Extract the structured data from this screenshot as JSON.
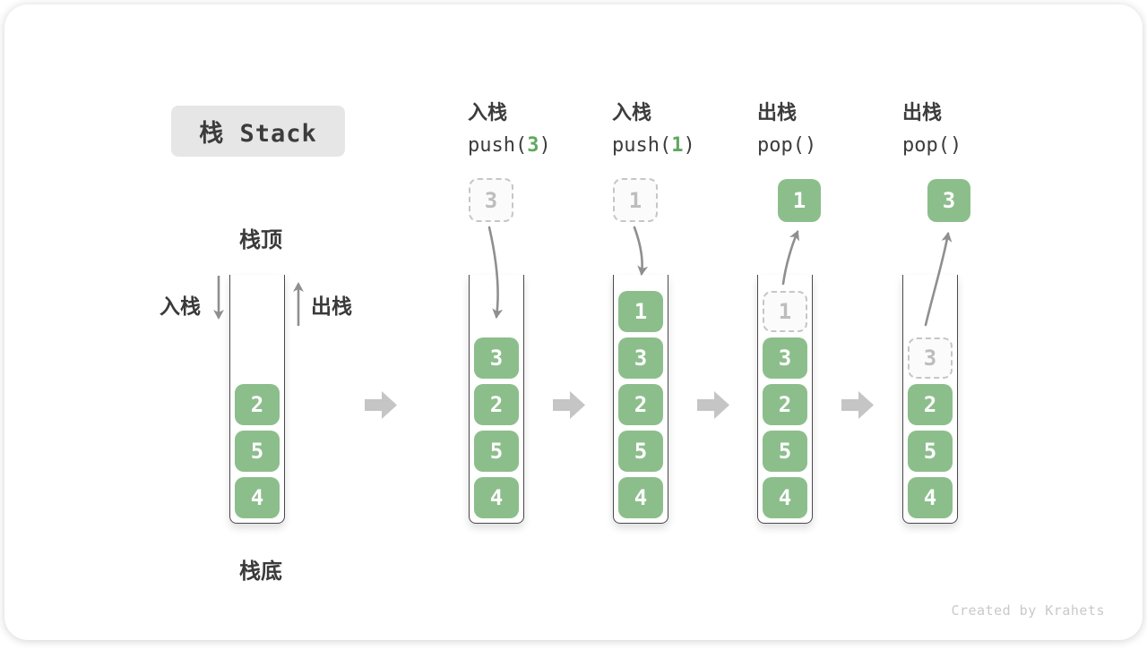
{
  "title": {
    "text": "栈 Stack"
  },
  "labels": {
    "stack_top": "栈顶",
    "stack_bottom": "栈底",
    "push_side": "入栈",
    "pop_side": "出栈"
  },
  "operations": [
    {
      "line1": "入栈",
      "pre": "push(",
      "arg": "3",
      "post": ")"
    },
    {
      "line1": "入栈",
      "pre": "push(",
      "arg": "1",
      "post": ")"
    },
    {
      "line1": "出栈",
      "pre": "pop(",
      "arg": "",
      "post": ")"
    },
    {
      "line1": "出栈",
      "pre": "pop(",
      "arg": "",
      "post": ")"
    }
  ],
  "stacks": [
    {
      "name": "initial",
      "cells": [
        {
          "v": "2"
        },
        {
          "v": "5"
        },
        {
          "v": "4"
        }
      ]
    },
    {
      "name": "after-push-3",
      "floating": {
        "v": "3",
        "style": "ghost"
      },
      "cells": [
        {
          "v": "3"
        },
        {
          "v": "2"
        },
        {
          "v": "5"
        },
        {
          "v": "4"
        }
      ]
    },
    {
      "name": "after-push-1",
      "floating": {
        "v": "1",
        "style": "ghost"
      },
      "cells": [
        {
          "v": "1"
        },
        {
          "v": "3"
        },
        {
          "v": "2"
        },
        {
          "v": "5"
        },
        {
          "v": "4"
        }
      ]
    },
    {
      "name": "after-pop-1",
      "floating": {
        "v": "1",
        "style": "solid"
      },
      "cells": [
        {
          "v": "1",
          "style": "ghost"
        },
        {
          "v": "3"
        },
        {
          "v": "2"
        },
        {
          "v": "5"
        },
        {
          "v": "4"
        }
      ]
    },
    {
      "name": "after-pop-3",
      "floating": {
        "v": "3",
        "style": "solid"
      },
      "cells": [
        {
          "v": "3",
          "style": "ghost"
        },
        {
          "v": "2"
        },
        {
          "v": "5"
        },
        {
          "v": "4"
        }
      ]
    }
  ],
  "footer": {
    "text": "Created by Krahets"
  },
  "colors": {
    "cell_green": "#8CBE8C",
    "code_arg_green": "#5FA85F",
    "curve_arrow_gray": "#8F8F8F",
    "step_arrow_gray": "#C5C5C5",
    "title_bg": "#E6E6E6",
    "text_dark": "#3C3C3C",
    "ghost_border": "#C6C6C6",
    "ghost_text": "#BDBDBD"
  }
}
